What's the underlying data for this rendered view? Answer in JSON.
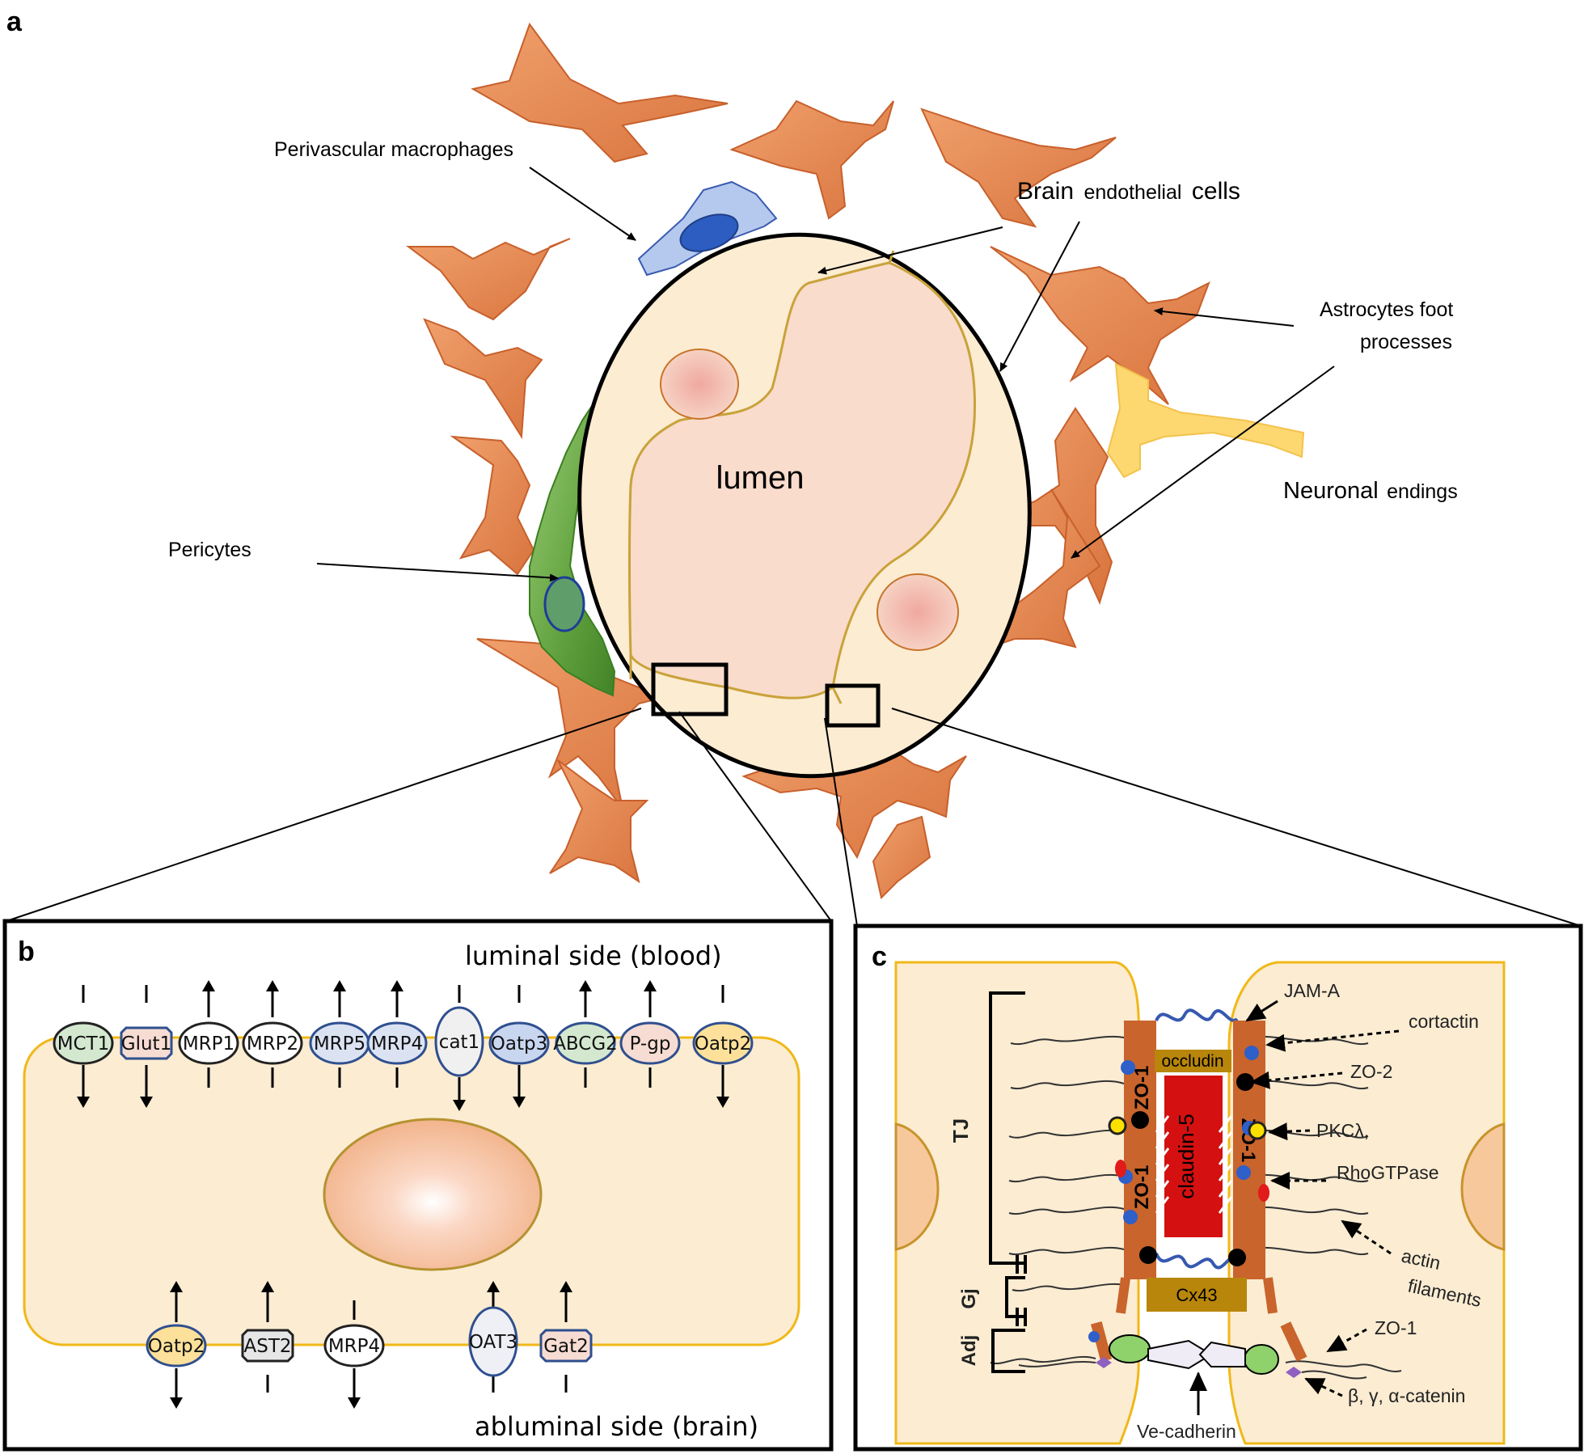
{
  "panel_a": {
    "letter": "a",
    "lumen": "lumen",
    "labels": {
      "perivascular": "Perivascular macrophages",
      "endothelial_bold": "Brain",
      "endothelial_mid": "endothelial",
      "endothelial_end": "cells",
      "astro_line1": "Astrocytes foot",
      "astro_line2": "processes",
      "neuronal_bold": "Neuronal",
      "neuronal_end": "endings",
      "pericytes": "Pericytes"
    }
  },
  "panel_b": {
    "letter": "b",
    "luminal": "luminal side (blood)",
    "abluminal": "abluminal side (brain)",
    "top_transporters": [
      {
        "label": "MCT1",
        "shape": "ellipse",
        "color": "#d4e8d0",
        "stroke": "#222222",
        "dir": "in"
      },
      {
        "label": "Glut1",
        "shape": "notch",
        "color": "#f6dcd2",
        "stroke": "#2f4f8f",
        "dir": "in"
      },
      {
        "label": "MRP1",
        "shape": "ellipse",
        "color": "#ffffff",
        "stroke": "#222222",
        "dir": "out"
      },
      {
        "label": "MRP2",
        "shape": "ellipse",
        "color": "#ffffff",
        "stroke": "#222222",
        "dir": "out"
      },
      {
        "label": "MRP5",
        "shape": "ellipse",
        "color": "#dbe3f3",
        "stroke": "#2f4f8f",
        "dir": "out"
      },
      {
        "label": "MRP4",
        "shape": "ellipse",
        "color": "#dbe3f3",
        "stroke": "#2f4f8f",
        "dir": "out"
      },
      {
        "label": "cat1",
        "shape": "tall",
        "color": "#f0f0f0",
        "stroke": "#2f4f8f",
        "dir": "in"
      },
      {
        "label": "Oatp3",
        "shape": "ellipse",
        "color": "#c9d6f0",
        "stroke": "#2f4f8f",
        "dir": "in"
      },
      {
        "label": "ABCG2",
        "shape": "ellipse",
        "color": "#d4e8d0",
        "stroke": "#2f4f8f",
        "dir": "out"
      },
      {
        "label": "P-gp",
        "shape": "ellipse",
        "color": "#f6dcd2",
        "stroke": "#2f4f8f",
        "dir": "out"
      },
      {
        "label": "Oatp2",
        "shape": "ellipse",
        "color": "#fde19a",
        "stroke": "#2f4f8f",
        "dir": "in"
      }
    ],
    "bottom_transporters": [
      {
        "label": "Oatp2",
        "shape": "ellipse",
        "color": "#fde19a",
        "stroke": "#2f4f8f",
        "dir": "both"
      },
      {
        "label": "AST2",
        "shape": "notch",
        "color": "#e6e6e6",
        "stroke": "#222222",
        "dir": "out"
      },
      {
        "label": "MRP4",
        "shape": "ellipse",
        "color": "#ffffff",
        "stroke": "#222222",
        "dir": "in"
      },
      {
        "label": "OAT3",
        "shape": "tall",
        "color": "#eef0f6",
        "stroke": "#2f4f8f",
        "dir": "out"
      },
      {
        "label": "Gat2",
        "shape": "notch",
        "color": "#f6dcd2",
        "stroke": "#2f4f8f",
        "dir": "out"
      }
    ]
  },
  "panel_c": {
    "letter": "c",
    "tj": "TJ",
    "adj": "Adj",
    "gj": "Gj",
    "occludin": "occludin",
    "claudin": "claudin-5",
    "zo1_left": "ZO-1",
    "zo1_right": "ZO-1",
    "cx43": "Cx43",
    "labels": {
      "jama": "JAM-A",
      "cortactin": "cortactin",
      "zo2": "ZO-2",
      "pkc": "PKCλ,",
      "rho": "RhoGTPase",
      "actin1": "actin",
      "actin2": "filaments",
      "zo1": "ZO-1",
      "catenin": "β, γ, α-catenin",
      "vecad": "Ve-cadherin"
    }
  }
}
